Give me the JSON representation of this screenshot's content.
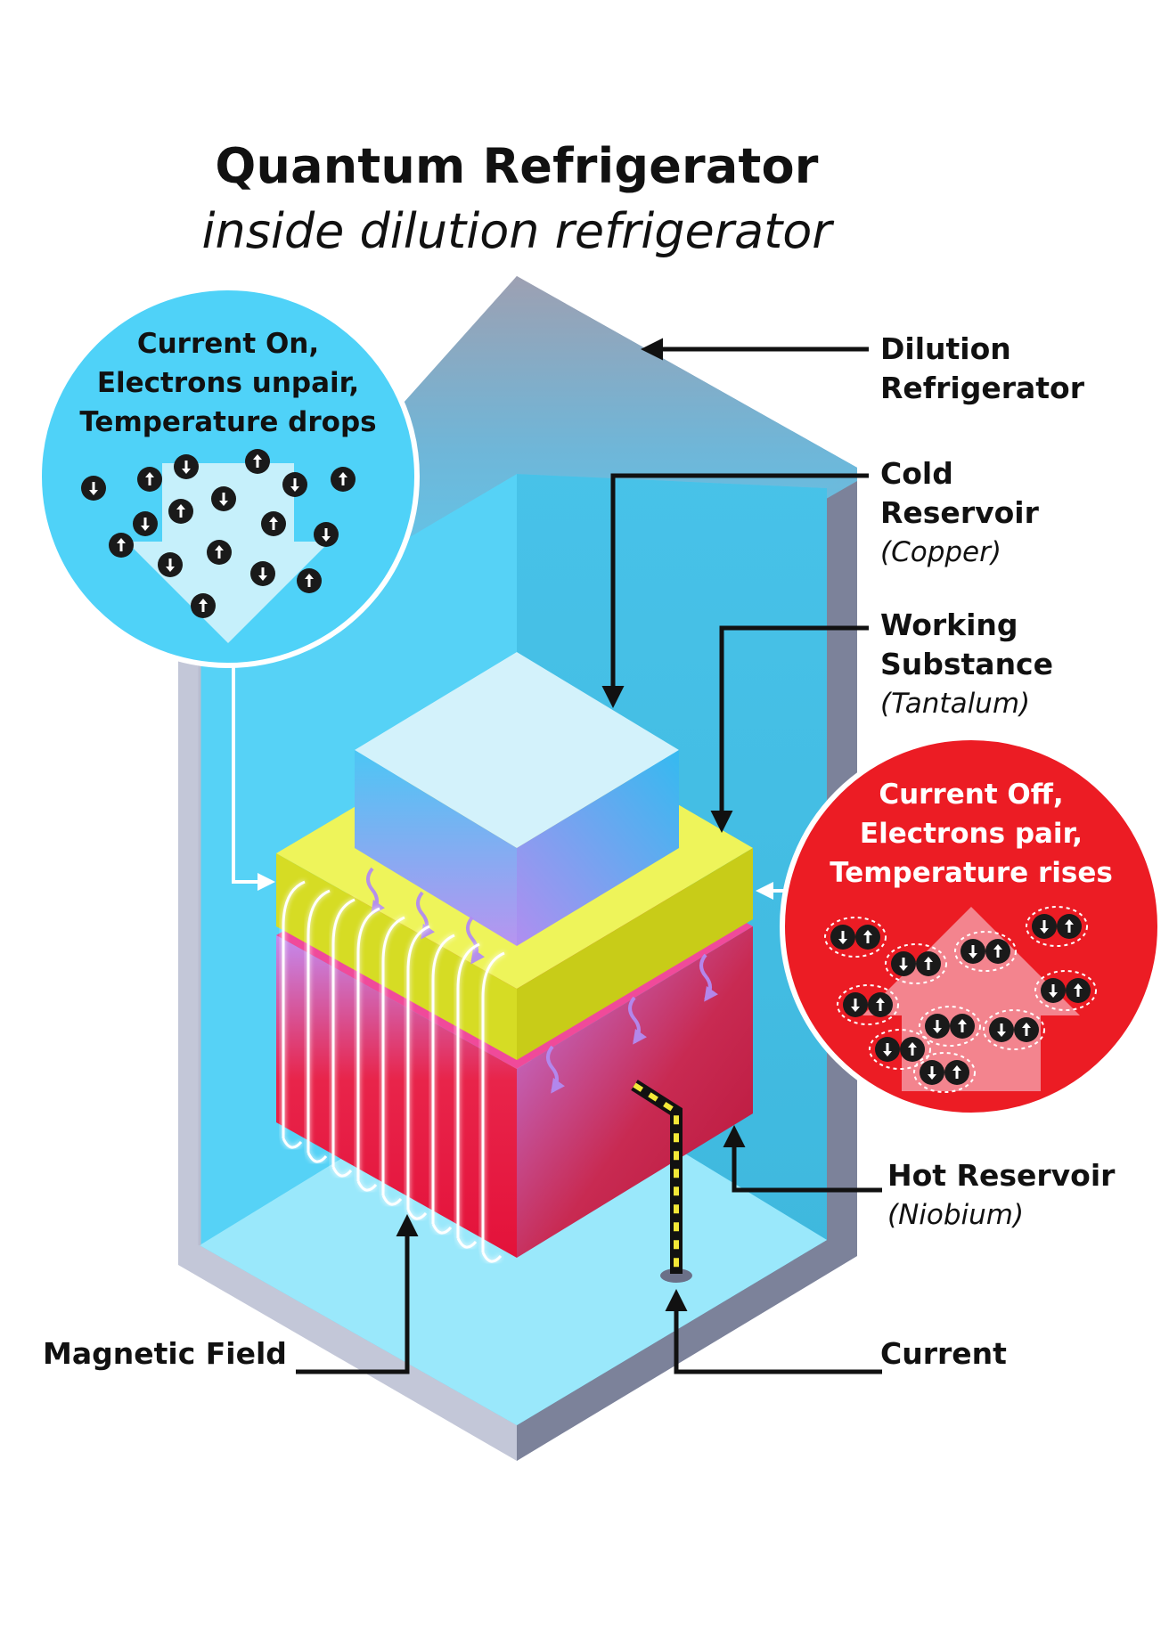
{
  "title": "Quantum Refrigerator",
  "subtitle": "inside dilution refrigerator",
  "labels": {
    "dilution": [
      "Dilution",
      "Refrigerator"
    ],
    "cold": [
      "Cold",
      "Reservoir"
    ],
    "cold_material": "(Copper)",
    "working": [
      "Working",
      "Substance"
    ],
    "working_material": "(Tantalum)",
    "hot": "Hot Reservoir",
    "hot_material": "(Niobium)",
    "magnetic": "Magnetic Field",
    "current": "Current"
  },
  "bubble_on": {
    "lines": [
      "Current On,",
      "Electrons unpair,",
      "Temperature drops"
    ],
    "color": "#4fd2f8",
    "spins": [
      "down",
      "up",
      "down",
      "up",
      "down",
      "up",
      "up",
      "down",
      "up",
      "up",
      "down",
      "up",
      "down",
      "up",
      "down",
      "up",
      "down"
    ]
  },
  "bubble_off": {
    "lines": [
      "Current Off,",
      "Electrons pair,",
      "Temperature rises"
    ],
    "color": "#ec1c24",
    "pair_count": 10
  },
  "colors": {
    "cold_top": "#d3f2fb",
    "working": "#eef45a",
    "hot": "#e8143c",
    "chamber": "#56d2f6",
    "wall": "#8f97ad"
  }
}
